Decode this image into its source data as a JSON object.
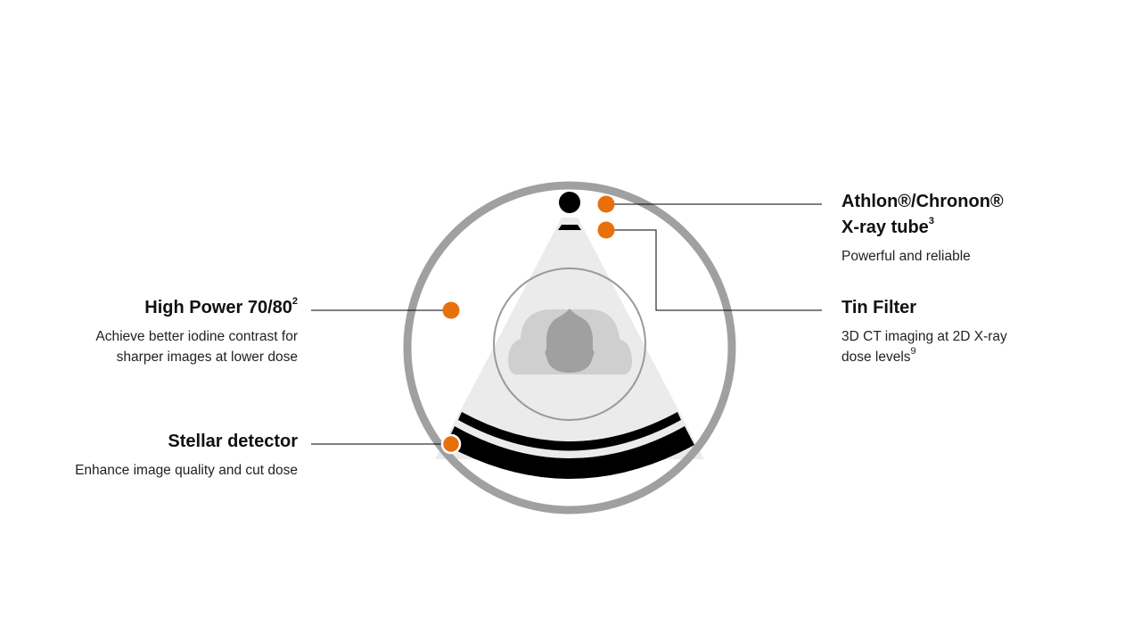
{
  "colors": {
    "accent": "#e8700a",
    "ring": "#a0a0a0",
    "beam": "#ebebeb",
    "body_outer": "#cfcfcf",
    "head": "#a0a0a0",
    "detector": "#000000"
  },
  "callouts": [
    {
      "id": "xray-tube",
      "title_line1": "Athlon®/Chronon®",
      "title_line2": "X-ray tube",
      "sup": "3",
      "desc": "Powerful and reliable"
    },
    {
      "id": "tin-filter",
      "title": "Tin Filter",
      "desc_line1": "3D CT imaging at 2D X-ray",
      "desc_line2": "dose levels",
      "sup": "9"
    },
    {
      "id": "high-power",
      "title": "High Power 70/80",
      "sup": "2",
      "desc_line1": "Achieve better iodine contrast for",
      "desc_line2": "sharper images at lower dose"
    },
    {
      "id": "stellar-detector",
      "title": "Stellar detector",
      "desc": "Enhance image quality and cut dose"
    }
  ]
}
